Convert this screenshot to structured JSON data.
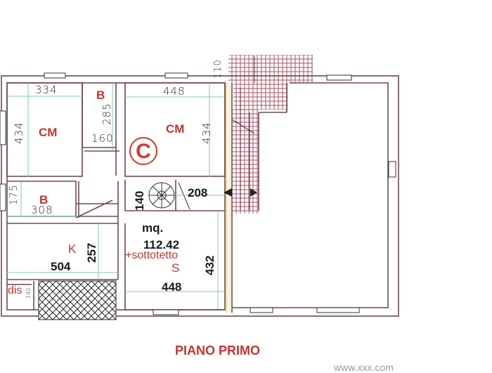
{
  "plan": {
    "title": "PIANO PRIMO",
    "footer_text": "www.xxx.com",
    "colors": {
      "label_red": "#c8332f",
      "wall": "#6e4a4e",
      "dimension_line": "#7fc4c0",
      "terrace_tile": "#b56a78",
      "beam": "#f1dfa0"
    },
    "total_area": {
      "unit_label": "mq.",
      "value": "112.42",
      "note": "+sottotetto"
    },
    "rooms": [
      {
        "code": "CM",
        "name": "bedroom-1",
        "width": "334",
        "depth": "434"
      },
      {
        "code": "B",
        "name": "bathroom-1",
        "width": "160",
        "depth": "285"
      },
      {
        "code": "CM",
        "name": "bedroom-2",
        "width": "448",
        "depth": "434"
      },
      {
        "code": "B",
        "name": "bathroom-2",
        "width": "308",
        "depth": "175"
      },
      {
        "code": "K",
        "name": "kitchen",
        "width": "504",
        "depth": "257"
      },
      {
        "code": "S",
        "name": "living-room",
        "width": "448",
        "depth": "432"
      },
      {
        "code": "dis",
        "name": "storage",
        "depth": "140"
      }
    ],
    "dimensions": {
      "balcony": "110",
      "stair_width": "140",
      "hallway": "208"
    },
    "watermark": "C"
  }
}
